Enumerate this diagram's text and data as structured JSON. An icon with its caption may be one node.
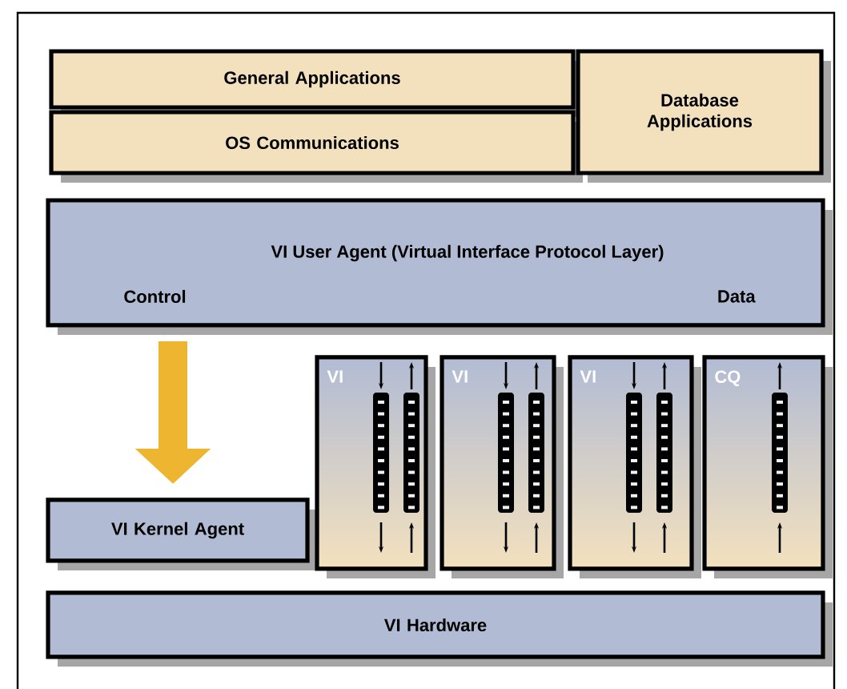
{
  "diagram": {
    "nodes": [
      {
        "text": [
          "General Applications"
        ]
      },
      {
        "text": [
          "OS Communications"
        ]
      },
      {
        "text": [
          "Database Applications"
        ]
      },
      {
        "text": [
          "VI User Agent (Virtual Interface Protocol Layer)",
          "Control",
          "Data"
        ]
      },
      {
        "text": [
          "VI Kernel Agent"
        ]
      },
      {
        "text": [
          "VI"
        ]
      },
      {
        "text": [
          "VI"
        ]
      },
      {
        "text": [
          "VI"
        ]
      },
      {
        "text": [
          "CQ"
        ]
      },
      {
        "text": [
          "VI Hardware"
        ]
      }
    ],
    "edges": [
      {
        "from": 3,
        "to": 4,
        "arrow": "to",
        "color": "#eeb530"
      }
    ]
  }
}
